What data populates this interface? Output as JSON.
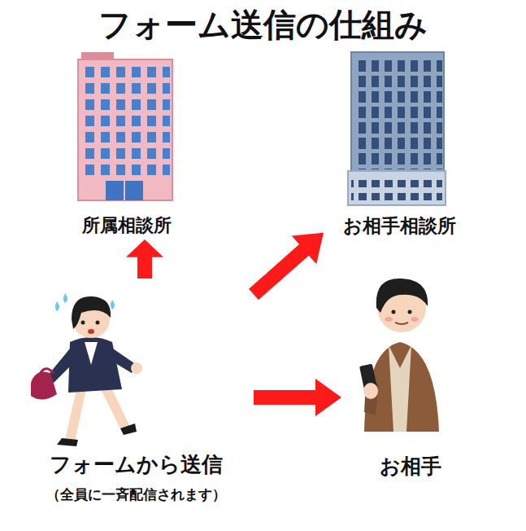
{
  "diagram": {
    "title": "フォーム送信の仕組み",
    "nodes": [
      {
        "text": [
          "所属相談所"
        ]
      },
      {
        "text": [
          "お相手相談所"
        ]
      },
      {
        "text": [
          "フォームから送信",
          "（全員に一斉配信されます）"
        ]
      },
      {
        "text": [
          "お相手"
        ]
      }
    ],
    "edges": [
      {
        "from": 2,
        "to": 0,
        "arrow": "to"
      },
      {
        "from": 2,
        "to": 1,
        "arrow": "to"
      },
      {
        "from": 2,
        "to": 3,
        "arrow": "to"
      }
    ]
  }
}
